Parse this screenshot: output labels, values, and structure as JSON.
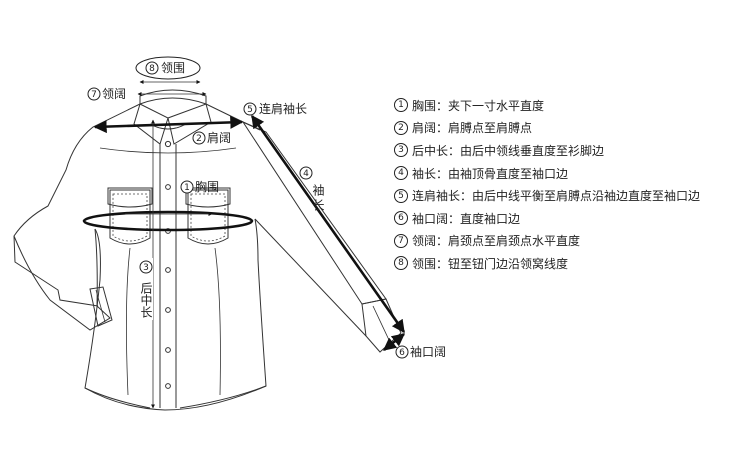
{
  "callouts": {
    "chest": {
      "num": "1",
      "label": "胸围"
    },
    "shoulder": {
      "num": "2",
      "label": "肩阔"
    },
    "back_length": {
      "num": "3",
      "label": "后中长"
    },
    "sleeve": {
      "num": "4",
      "label": "袖长"
    },
    "shoulder_sleeve": {
      "num": "5",
      "label": "连肩袖长"
    },
    "cuff": {
      "num": "6",
      "label": "袖口阔"
    },
    "collar_width": {
      "num": "7",
      "label": "领阔"
    },
    "collar": {
      "num": "8",
      "label": "领围"
    }
  },
  "legend": [
    {
      "num": "1",
      "text": "胸围：夹下一寸水平直度"
    },
    {
      "num": "2",
      "text": "肩阔：肩膊点至肩膊点"
    },
    {
      "num": "3",
      "text": "后中长：由后中领线垂直度至衫脚边"
    },
    {
      "num": "4",
      "text": "袖长：由袖顶骨直度至袖口边"
    },
    {
      "num": "5",
      "text": "连肩袖长：由后中线平衡至肩膊点沿袖边直度至袖口边"
    },
    {
      "num": "6",
      "text": "袖口阔：直度袖口边"
    },
    {
      "num": "7",
      "text": "领阔：肩颈点至肩颈点水平直度"
    },
    {
      "num": "8",
      "text": "领围：钮至钮门边沿领窝线度"
    }
  ]
}
